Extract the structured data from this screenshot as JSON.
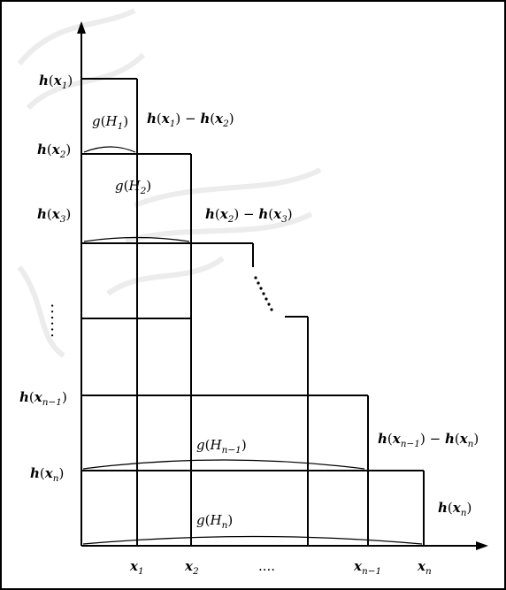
{
  "diagram": {
    "y_labels": [
      {
        "f": "h",
        "v": "x",
        "sub": "1"
      },
      {
        "f": "h",
        "v": "x",
        "sub": "2"
      },
      {
        "f": "h",
        "v": "x",
        "sub": "3"
      },
      {
        "f": "h",
        "v": "x",
        "sub": "n−1"
      },
      {
        "f": "h",
        "v": "x",
        "sub": "n"
      }
    ],
    "x_labels": [
      {
        "v": "x",
        "sub": "1"
      },
      {
        "v": "x",
        "sub": "2"
      },
      {
        "text": "...."
      },
      {
        "v": "x",
        "sub": "n−1"
      },
      {
        "v": "x",
        "sub": "n"
      }
    ],
    "g_labels": [
      {
        "f": "g",
        "v": "H",
        "sub": "1"
      },
      {
        "f": "g",
        "v": "H",
        "sub": "2"
      },
      {
        "f": "g",
        "v": "H",
        "sub": "n−1"
      },
      {
        "f": "g",
        "v": "H",
        "sub": "n"
      }
    ],
    "diff_labels": [
      {
        "a": "1",
        "b": "2"
      },
      {
        "a": "2",
        "b": "3"
      },
      {
        "a": "n−1",
        "b": "n"
      }
    ],
    "right_label": {
      "f": "h",
      "v": "x",
      "sub": "n"
    },
    "vertical_dots": "......"
  }
}
